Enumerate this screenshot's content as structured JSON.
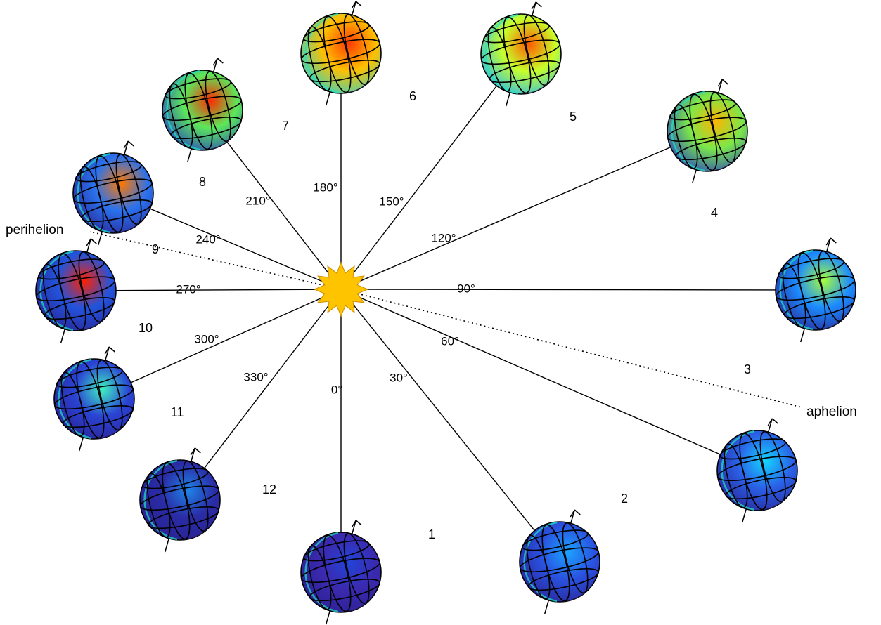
{
  "sun": {
    "color": "#ffc400"
  },
  "labels": {
    "perihelion": "perihelion",
    "aphelion": "aphelion"
  },
  "planets": [
    {
      "angle_label": "0°",
      "period_label": "1",
      "palette": [
        "#2a1f8f",
        "#3b2ab0",
        "#2244d8"
      ]
    },
    {
      "angle_label": "30°",
      "period_label": "2",
      "palette": [
        "#2a1f8f",
        "#2a52e0",
        "#1aa4ff"
      ]
    },
    {
      "angle_label": "60°",
      "period_label": "3",
      "palette": [
        "#2a1f8f",
        "#2a62e8",
        "#12d6ff"
      ]
    },
    {
      "angle_label": "90°",
      "period_label": "4",
      "palette": [
        "#2a1f8f",
        "#1c8cff",
        "#a6ff3a"
      ]
    },
    {
      "angle_label": "120°",
      "period_label": "5",
      "palette": [
        "#2438c8",
        "#7be84a",
        "#ffb400"
      ]
    },
    {
      "angle_label": "150°",
      "period_label": "6",
      "palette": [
        "#16b6ff",
        "#c8ff2a",
        "#ff5a00"
      ]
    },
    {
      "angle_label": "180°",
      "period_label": "7",
      "palette": [
        "#1ed6d6",
        "#ffc000",
        "#ff3a00"
      ]
    },
    {
      "angle_label": "210°",
      "period_label": "8",
      "palette": [
        "#2438c8",
        "#5ce85a",
        "#ff2a00"
      ]
    },
    {
      "angle_label": "240°",
      "period_label": "9",
      "palette": [
        "#2a1f8f",
        "#2a72ee",
        "#ff7800"
      ]
    },
    {
      "angle_label": "270°",
      "period_label": "10",
      "palette": [
        "#2a1f8f",
        "#2254dc",
        "#ff2000"
      ]
    },
    {
      "angle_label": "300°",
      "period_label": "11",
      "palette": [
        "#2a1f8f",
        "#2a44d4",
        "#3ff0c0"
      ]
    },
    {
      "angle_label": "330°",
      "period_label": "12",
      "palette": [
        "#2a1f8f",
        "#2a2ca6",
        "#1f84e8"
      ]
    }
  ]
}
